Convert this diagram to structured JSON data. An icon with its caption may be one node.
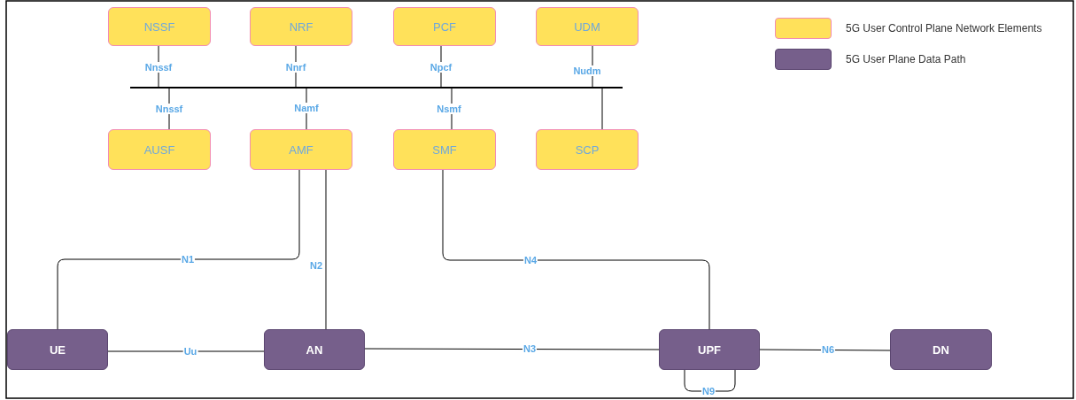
{
  "diagram": {
    "nodes": [
      {
        "text": [
          "NSSF"
        ]
      },
      {
        "text": [
          "NRF"
        ]
      },
      {
        "text": [
          "PCF"
        ]
      },
      {
        "text": [
          "UDM"
        ]
      },
      {
        "text": [],
        "shape": "bar"
      },
      {
        "text": [
          "AUSF"
        ]
      },
      {
        "text": [
          "AMF"
        ]
      },
      {
        "text": [
          "SMF"
        ]
      },
      {
        "text": [
          "SCP"
        ]
      },
      {
        "text": [
          "UE"
        ]
      },
      {
        "text": [
          "AN"
        ]
      },
      {
        "text": [
          "UPF"
        ]
      },
      {
        "text": [
          "DN"
        ]
      }
    ],
    "edges": [
      {
        "from": 0,
        "to": 4,
        "arrow": "none",
        "label": "Nnssf"
      },
      {
        "from": 1,
        "to": 4,
        "arrow": "none",
        "label": "Nnrf"
      },
      {
        "from": 2,
        "to": 4,
        "arrow": "none",
        "label": "Npcf"
      },
      {
        "from": 3,
        "to": 4,
        "arrow": "none",
        "label": "Nudm"
      },
      {
        "from": 4,
        "to": 5,
        "arrow": "none",
        "label": "Nnssf"
      },
      {
        "from": 4,
        "to": 6,
        "arrow": "none",
        "label": "Namf"
      },
      {
        "from": 4,
        "to": 7,
        "arrow": "none",
        "label": "Nsmf"
      },
      {
        "from": 4,
        "to": 8,
        "arrow": "none"
      },
      {
        "from": 6,
        "to": 9,
        "arrow": "none",
        "label": "N1"
      },
      {
        "from": 6,
        "to": 10,
        "arrow": "none",
        "label": "N2"
      },
      {
        "from": 7,
        "to": 11,
        "arrow": "none",
        "label": "N4"
      },
      {
        "from": 9,
        "to": 10,
        "arrow": "none",
        "label": "Uu"
      },
      {
        "from": 10,
        "to": 11,
        "arrow": "none",
        "label": "N3"
      },
      {
        "from": 11,
        "to": 12,
        "arrow": "none",
        "label": "N6"
      },
      {
        "from": 11,
        "to": 11,
        "arrow": "none",
        "label": "N9"
      }
    ],
    "legend": [
      {
        "text": "5G User Control Plane Network Elements",
        "color": "#ffe15a"
      },
      {
        "text": "5G User Plane Data Path",
        "color": "#765f8b"
      }
    ]
  }
}
